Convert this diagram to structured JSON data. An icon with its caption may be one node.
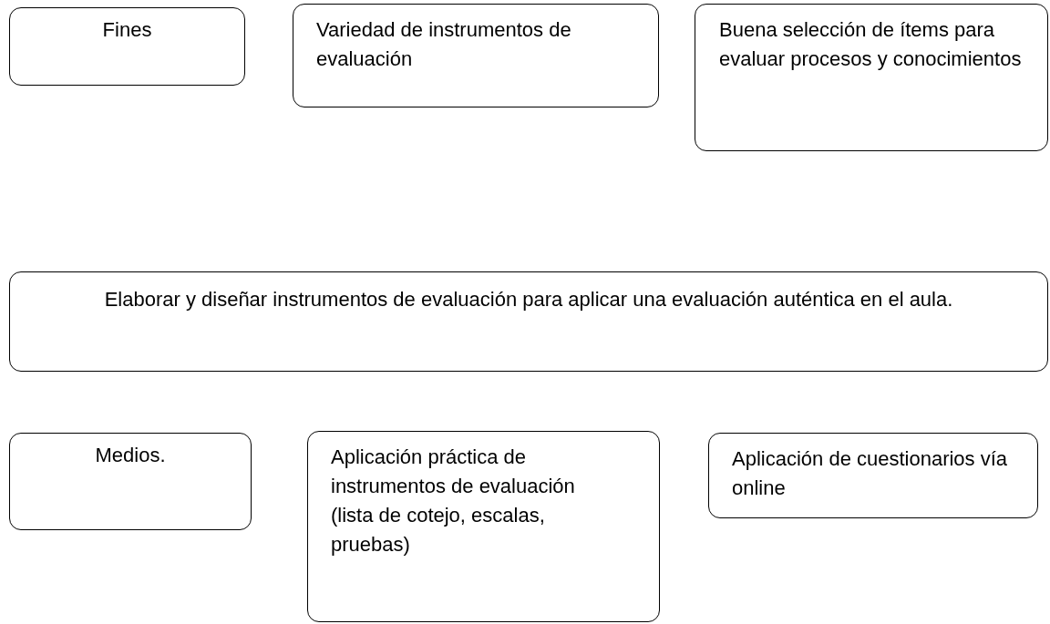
{
  "diagram": {
    "nodes": [
      {
        "text": [
          "Fines"
        ]
      },
      {
        "text": [
          "Variedad de instrumentos de evaluación"
        ]
      },
      {
        "text": [
          "Buena selección de ítems para evaluar procesos y conocimientos"
        ]
      },
      {
        "text": [
          "Elaborar y diseñar instrumentos de evaluación para aplicar una evaluación auténtica en el aula."
        ]
      },
      {
        "text": [
          "Medios."
        ]
      },
      {
        "text": [
          "Aplicación práctica de instrumentos de evaluación (lista de cotejo, escalas, pruebas)"
        ]
      },
      {
        "text": [
          "Aplicación de cuestionarios vía online"
        ]
      }
    ],
    "edges": []
  }
}
